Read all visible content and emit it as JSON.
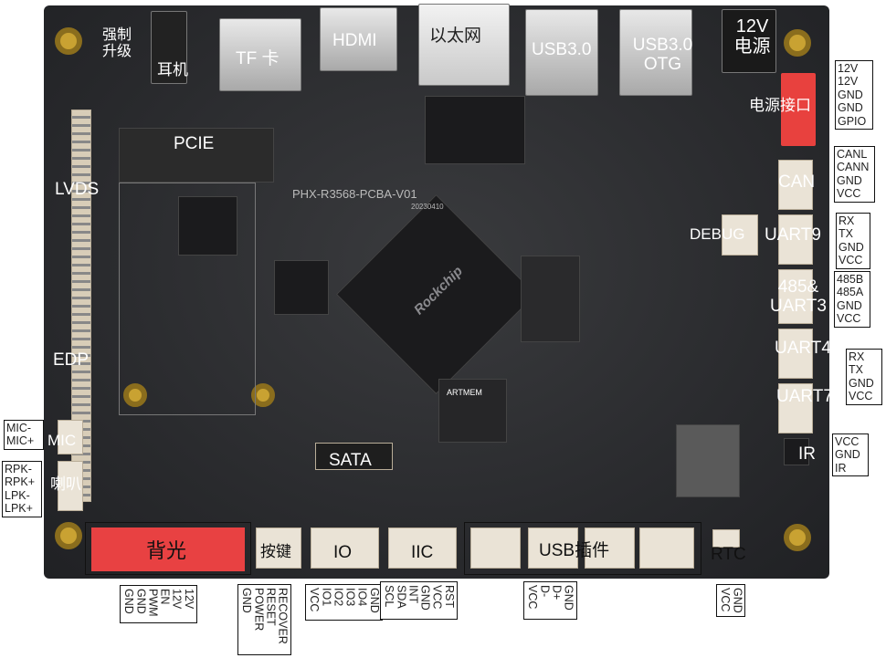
{
  "board": {
    "silkscreen": "PHX-R3568-PCBA-V01",
    "date": "20230410",
    "soc_brand": "Rockchip",
    "ram_brand": "ARTMEM"
  },
  "top_labels": {
    "force_upgrade": "强制升级",
    "headphone": "耳机",
    "tf_card": "TF 卡",
    "hdmi": "HDMI",
    "ethernet": "以太网",
    "usb3": "USB3.0",
    "usb3_otg": "USB3.0 OTG",
    "power_12v": "12V 电源",
    "power_port": "电源接口"
  },
  "board_labels": {
    "pcie": "PCIE",
    "lvds": "LVDS",
    "edp": "EDP",
    "mic": "MIC",
    "speaker": "喇叭",
    "sata": "SATA",
    "can": "CAN",
    "debug": "DEBUG",
    "uart9": "UART9",
    "uart3": "485& UART3",
    "uart4": "UART4",
    "uart7": "UART7",
    "ir": "IR",
    "backlight": "背光",
    "keys": "按键",
    "io": "IO",
    "iic": "IIC",
    "usb_plugin": "USB插件",
    "rtc": "RTC"
  },
  "pinouts": {
    "power": [
      "12V",
      "12V",
      "GND",
      "GND",
      "GPIO"
    ],
    "can": [
      "CANL",
      "CANN",
      "GND",
      "VCC"
    ],
    "uart9": [
      "RX",
      "TX",
      "GND",
      "VCC"
    ],
    "uart3": [
      "485B",
      "485A",
      "GND",
      "VCC"
    ],
    "uart47": [
      "RX",
      "TX",
      "GND",
      "VCC"
    ],
    "ir": [
      "VCC",
      "GND",
      "IR"
    ],
    "mic": [
      "MIC-",
      "MIC+"
    ],
    "speaker": [
      "RPK-",
      "RPK+",
      "LPK-",
      "LPK+"
    ],
    "backlight": [
      "12V",
      "12V",
      "EN",
      "PWM",
      "GND",
      "GND"
    ],
    "keys": [
      "RECOVER",
      "RESET",
      "POWER",
      "GND"
    ],
    "io": [
      "GND",
      "IO4",
      "IO3",
      "IO2",
      "IO1",
      "VCC"
    ],
    "iic": [
      "RST",
      "VCC",
      "GND",
      "INT",
      "SDA",
      "SCL"
    ],
    "usb": [
      "GND",
      "D+",
      "D-",
      "VCC"
    ],
    "rtc": [
      "GND",
      "VCC"
    ]
  }
}
